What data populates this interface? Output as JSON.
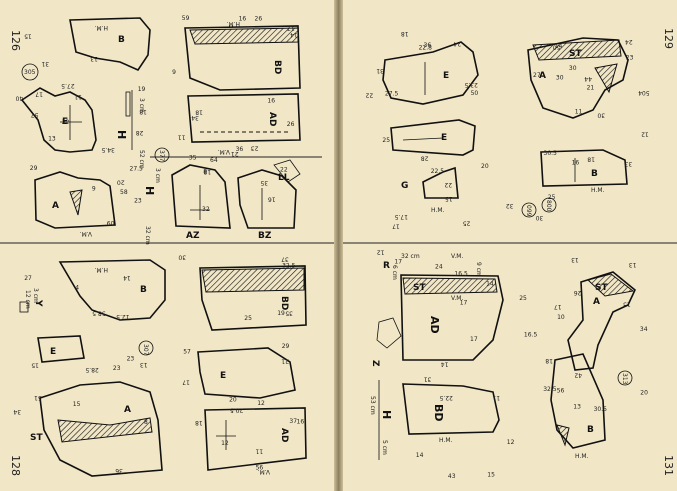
{
  "pages": {
    "left": {
      "top_number": "126",
      "bottom_number": "128"
    },
    "right": {
      "top_number": "129",
      "bottom_number": "131"
    }
  },
  "circled_numbers": {
    "left_top": "305",
    "left_mid": "377",
    "left_bottom": "307",
    "right_top_a": "800",
    "right_top_b": "099",
    "right_bottom": "313"
  },
  "piece_labels": {
    "lt_B": "B",
    "lt_BD": "BD",
    "lt_E": "E",
    "lt_AD": "AD",
    "lt_A": "A",
    "lt_H": "H",
    "lt_AZ": "AZ",
    "lt_BZ": "BZ",
    "lt_LL": "LL",
    "lt_H2": "H",
    "lb_B": "B",
    "lb_BD": "BD",
    "lb_Y": "Y",
    "lb_E": "E",
    "lb_A": "A",
    "lb_ST": "ST",
    "lb_AD": "AD",
    "rt_E1": "E",
    "rt_E2": "E",
    "rt_ST": "ST",
    "rt_A": "A",
    "rt_G": "G",
    "rt_B": "B",
    "rb_R": "R",
    "rb_ST": "ST",
    "rb_AD": "AD",
    "rb_Z": "Z",
    "rb_H": "H",
    "rb_BD": "BD",
    "rb_ST2": "ST",
    "rb_A": "A",
    "rb_B": "B"
  },
  "grain_marks": {
    "hm": "H.M.",
    "vm": "V.M."
  },
  "scale_labels": {
    "lt_52": "52 cm",
    "lt_3a": "3 cm",
    "lt_32": "32 cm",
    "lt_3b": "3 cm",
    "lb_12": "12 cm",
    "lb_3": "3 cm",
    "rb_32": "32 cm",
    "rb_9": "9 cm",
    "rb_6": "6 cm",
    "rb_53": "53 cm",
    "rb_5": "5 cm"
  },
  "measurements": {
    "lt": [
      "32",
      "31",
      "27.5",
      "34.5",
      "26",
      "18",
      "9",
      "16",
      "28",
      "8",
      "26",
      "23",
      "21",
      "20",
      "35",
      "35",
      "34",
      "13",
      "11",
      "16",
      "18",
      "29",
      "58",
      "57",
      "59",
      "60",
      "64",
      "13",
      "14",
      "36",
      "23",
      "18",
      "11",
      "17",
      "9",
      "27.5",
      "15",
      "16",
      "19",
      "17",
      "40",
      "22",
      "22"
    ],
    "lb": [
      "36",
      "35",
      "12",
      "27",
      "28.5",
      "29",
      "12.5",
      "15",
      "23",
      "20",
      "57",
      "58.5",
      "23",
      "51",
      "37",
      "14",
      "25",
      "30",
      "15",
      "34",
      "13",
      "21",
      "32.5",
      "20.5",
      "37",
      "12",
      "11",
      "8",
      "16",
      "19",
      "18",
      "17",
      "4",
      "56"
    ],
    "rt": [
      "33",
      "12",
      "17.5",
      "21",
      "24",
      "28",
      "30",
      "25",
      "22",
      "23.5",
      "22.8",
      "44",
      "14",
      "36",
      "18",
      "23",
      "24",
      "22",
      "20",
      "30",
      "32",
      "25",
      "30",
      "30",
      "31",
      "27.5",
      "18",
      "16",
      "22.5",
      "25",
      "30.5",
      "50",
      "50",
      "504",
      "11",
      "15",
      "17",
      "27"
    ],
    "rb": [
      "17",
      "12",
      "13",
      "22.5",
      "14",
      "13",
      "13",
      "42",
      "43",
      "18",
      "17",
      "26",
      "17",
      "15",
      "12",
      "13",
      "31",
      "17",
      "30.5",
      "34",
      "32.5",
      "14",
      "20",
      "25",
      "24",
      "11",
      "10",
      "14",
      "56",
      "16.5",
      "16.5"
    ]
  }
}
